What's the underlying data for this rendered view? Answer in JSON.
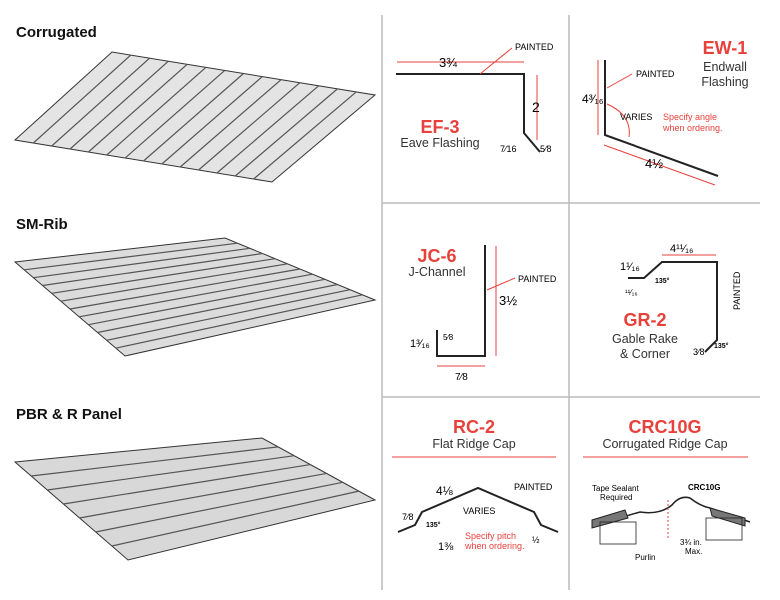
{
  "panels": [
    {
      "title": "Corrugated"
    },
    {
      "title": "SM-Rib"
    },
    {
      "title": "PBR & R Panel"
    }
  ],
  "ef3": {
    "code": "EF-3",
    "name": "Eave Flashing",
    "painted": "PAINTED",
    "w": "3¾",
    "h": "2",
    "a": "7⁄16",
    "b": "5⁄8"
  },
  "ew1": {
    "code": "EW-1",
    "name1": "Endwall",
    "name2": "Flashing",
    "painted": "PAINTED",
    "h": "4³⁄₁₆",
    "varies": "VARIES",
    "note1": "Specify angle",
    "note2": "when ordering.",
    "w": "4½"
  },
  "jc6": {
    "code": "JC-6",
    "name": "J-Channel",
    "painted": "PAINTED",
    "h": "3½",
    "lip": "1³⁄₁₆",
    "small": "5⁄8",
    "w": "7⁄8"
  },
  "gr2": {
    "code": "GR-2",
    "name1": "Gable Rake",
    "name2": "& Corner",
    "painted": "PAINTED",
    "a": "1¹⁄₁₆",
    "b": "4¹¹⁄₁₆",
    "c": "¹¹⁄₁₆",
    "angle1": "135°",
    "angle2": "135°",
    "d": "3⁄8"
  },
  "rc2": {
    "code": "RC-2",
    "name": "Flat Ridge Cap",
    "painted": "PAINTED",
    "a": "4⅛",
    "b": "7⁄8",
    "angle": "135°",
    "varies": "VARIES",
    "c": "1⅜",
    "d": "½",
    "note1": "Specify pitch",
    "note2": "when ordering."
  },
  "crc": {
    "code": "CRC10G",
    "name": "Corrugated Ridge Cap",
    "tape1": "Tape Sealant",
    "tape2": "Required",
    "label": "CRC10G",
    "purlin": "Purlin",
    "dim1": "3¾ in.",
    "dim2": "Max."
  },
  "colors": {
    "accent": "#e8413c",
    "grid": "#bbbbbb"
  }
}
